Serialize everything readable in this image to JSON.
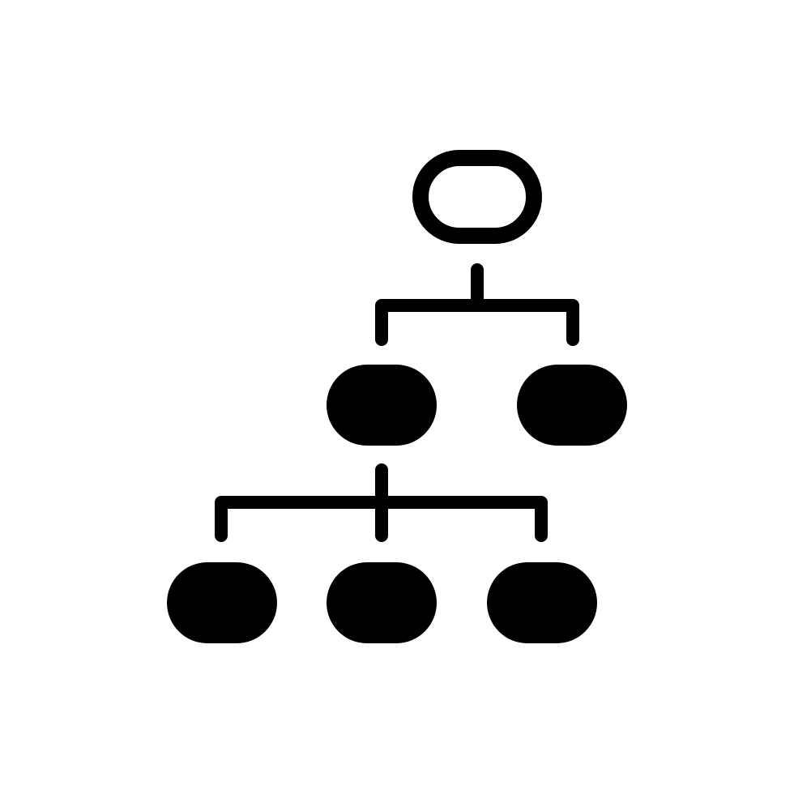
{
  "icon": {
    "name": "hierarchy-org-chart-icon",
    "style": "glyph",
    "color": "#000000",
    "background": "#ffffff",
    "levels": [
      {
        "level": 0,
        "nodes": 1,
        "fill": "outline"
      },
      {
        "level": 1,
        "nodes": 2,
        "fill": "solid"
      },
      {
        "level": 2,
        "nodes": 3,
        "fill": "solid"
      }
    ]
  }
}
